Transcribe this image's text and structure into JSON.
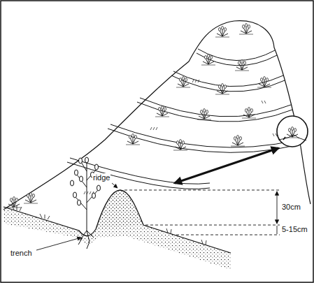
{
  "diagram": {
    "labels": [
      "ridge",
      "trench",
      "30cm",
      "5-15cm"
    ]
  }
}
